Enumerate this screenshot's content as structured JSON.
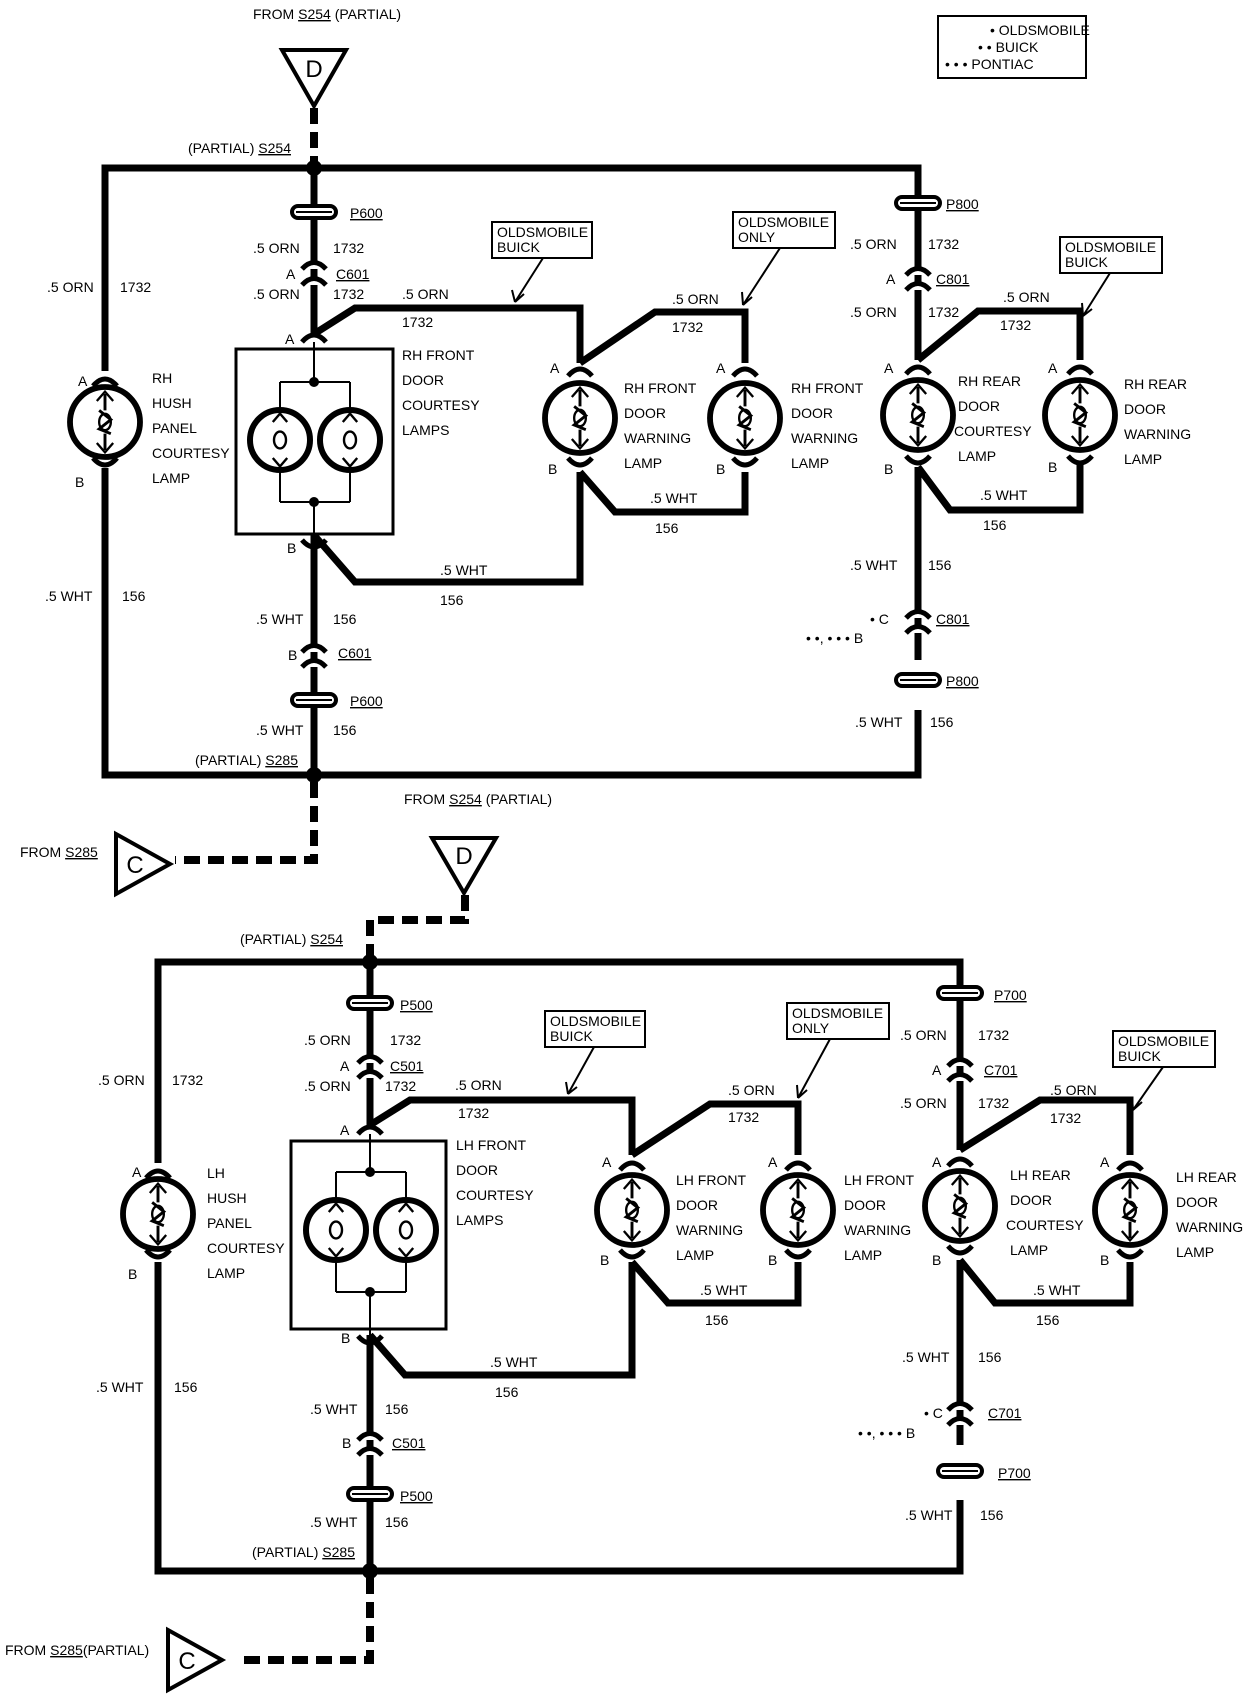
{
  "legend": {
    "lines": [
      "• OLDSMOBILE",
      "• • BUICK",
      "• • • PONTIAC"
    ]
  },
  "upper": {
    "from_top": [
      "FROM ",
      "S254",
      " (PARTIAL)"
    ],
    "from_left": [
      "FROM ",
      "S285"
    ],
    "from_bottom": [
      "FROM ",
      "S254",
      " (PARTIAL)"
    ],
    "splice_top": [
      "(PARTIAL) ",
      "S254"
    ],
    "splice_bottom": [
      "(PARTIAL) ",
      "S285"
    ],
    "conn_p_left": "P600",
    "conn_c_left": "C601",
    "conn_p_right": "P800",
    "conn_c_right": "C801",
    "lamps": [
      [
        "RH",
        "HUSH",
        "PANEL",
        "COURTESY",
        "LAMP"
      ],
      [
        "RH FRONT",
        "DOOR",
        "COURTESY",
        "LAMPS"
      ],
      [
        "RH FRONT",
        "DOOR",
        "WARNING",
        "LAMP"
      ],
      [
        "RH FRONT",
        "DOOR",
        "WARNING",
        "LAMP"
      ],
      [
        "RH REAR",
        "DOOR",
        "COURTESY",
        "LAMP"
      ],
      [
        "RH REAR",
        "DOOR",
        "WARNING",
        "LAMP"
      ]
    ]
  },
  "lower": {
    "from_left": [
      "FROM ",
      "S285",
      "(PARTIAL)"
    ],
    "splice_top": [
      "(PARTIAL) ",
      "S254"
    ],
    "splice_bottom": [
      "(PARTIAL) ",
      "S285"
    ],
    "conn_p_left": "P500",
    "conn_c_left": "C501",
    "conn_p_right": "P700",
    "conn_c_right": "C701",
    "lamps": [
      [
        "LH",
        "HUSH",
        "PANEL",
        "COURTESY",
        "LAMP"
      ],
      [
        "LH FRONT",
        "DOOR",
        "COURTESY",
        "LAMPS"
      ],
      [
        "LH FRONT",
        "DOOR",
        "WARNING",
        "LAMP"
      ],
      [
        "LH FRONT",
        "DOOR",
        "WARNING",
        "LAMP"
      ],
      [
        "LH REAR",
        "DOOR",
        "COURTESY",
        "LAMP"
      ],
      [
        "LH REAR",
        "DOOR",
        "WARNING",
        "LAMP"
      ]
    ]
  },
  "notes": {
    "olds_buick": [
      "OLDSMOBILE",
      "BUICK"
    ],
    "olds_only": [
      "OLDSMOBILE",
      "ONLY"
    ]
  },
  "wire": {
    "orn": ".5 ORN",
    "orn_circuit": "1732",
    "wht": ".5 WHT",
    "wht_circuit": "156"
  },
  "pins": {
    "a": "A",
    "b": "B",
    "c": "C",
    "c_opt": "• C",
    "b_opt": "• •, • • • B"
  },
  "flags": {
    "d": "D",
    "c": "C"
  }
}
